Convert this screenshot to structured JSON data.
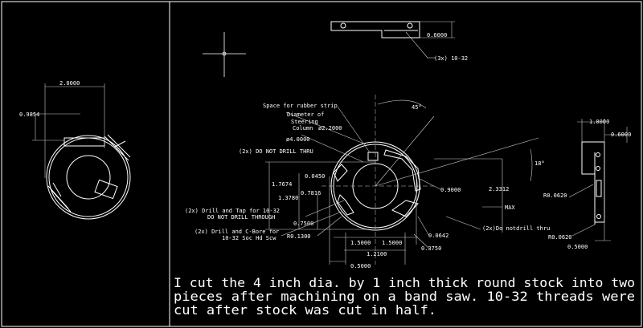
{
  "colors": {
    "background": "#000000",
    "line": "#ffffff",
    "dimension": "#d8d8d8"
  },
  "left_view": {
    "dims": {
      "width": "2.0000",
      "height": "0.9854"
    }
  },
  "top_view": {
    "dims": {
      "thickness": "0.6000",
      "screws": "(3x) 10-32"
    }
  },
  "front_view": {
    "labels": {
      "rubber_strip": "Space for rubber strip",
      "diameter_line1": "Diameter of",
      "diameter_line2": "Steering",
      "diameter_line3": "Column",
      "dia_inner": "ø2.2000",
      "dia_outer": "ø4.0000",
      "no_drill": "(2x) DO NOT DRILL THRU",
      "drill_tap_1": "(2x) Drill and Tap for 10-32",
      "drill_tap_2": "DO NOT DRILL THROUGH",
      "cbore_1": "(2x) Drill and C-Bore for",
      "cbore_2": "10-32 Soc Hd Scw",
      "do_not_drill": "(2x)Do notdrill thru",
      "max": "MAX"
    },
    "dims": {
      "angle_45": "45°",
      "angle_18": "18°",
      "d_1_7674": "1.7674",
      "d_0_0450": "0.0450",
      "d_1_3780": "1.3780",
      "d_0_7816": "0.7816",
      "d_0_7500": "0.7500",
      "r_0_1300": "R0.1300",
      "d_1_5000_a": "1.5000",
      "d_1_5000_b": "1.5000",
      "d_1_2100": "1.2100",
      "d_0_5000": "0.5000",
      "d_0_0642": "0.0642",
      "d_0_3750": "0.3750",
      "d_0_9000": "0.9000",
      "d_2_3312": "2.3312"
    }
  },
  "side_view": {
    "dims": {
      "d_1_0000": "1.0000",
      "d_0_6000": "0.6000",
      "r_top": "R0.0620",
      "r_bottom": "R0.0620",
      "d_0_5000": "0.5000"
    }
  },
  "note": {
    "line1": "I cut the 4 inch dia. by 1 inch thick round stock into two",
    "line2": "pieces after machining on a band saw. 10-32 threads were",
    "line3": "cut after stock was cut in half."
  }
}
